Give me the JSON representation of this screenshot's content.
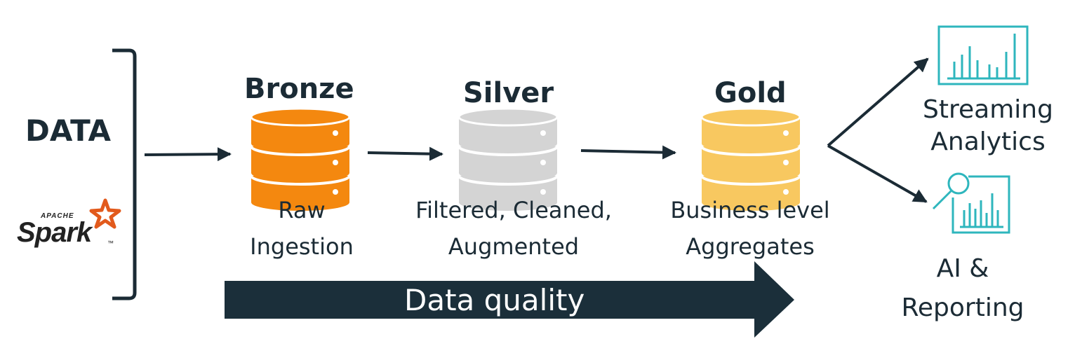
{
  "source": {
    "title": "DATA",
    "logo": {
      "small": "APACHE",
      "name": "Spark",
      "tm": "™",
      "star_color": "#e25a1c"
    }
  },
  "stages": [
    {
      "title": "Bronze",
      "line1": "Raw",
      "line2": "Ingestion",
      "color": "#f4880f"
    },
    {
      "title": "Silver",
      "line1": "Filtered, Cleaned,",
      "line2": "Augmented",
      "color": "#d4d4d4"
    },
    {
      "title": "Gold",
      "line1": "Business level",
      "line2": "Aggregates",
      "color": "#f8c860"
    }
  ],
  "quality_arrow": {
    "label": "Data quality",
    "color": "#1b2f3a"
  },
  "outputs": [
    {
      "line1": "Streaming",
      "line2": "Analytics",
      "icon": "bar-chart-icon"
    },
    {
      "line1": "AI &",
      "line2": "Reporting",
      "icon": "magnifier-chart-icon"
    }
  ],
  "icon_color": "#2eb6bd",
  "arrow_color": "#1b2b35"
}
